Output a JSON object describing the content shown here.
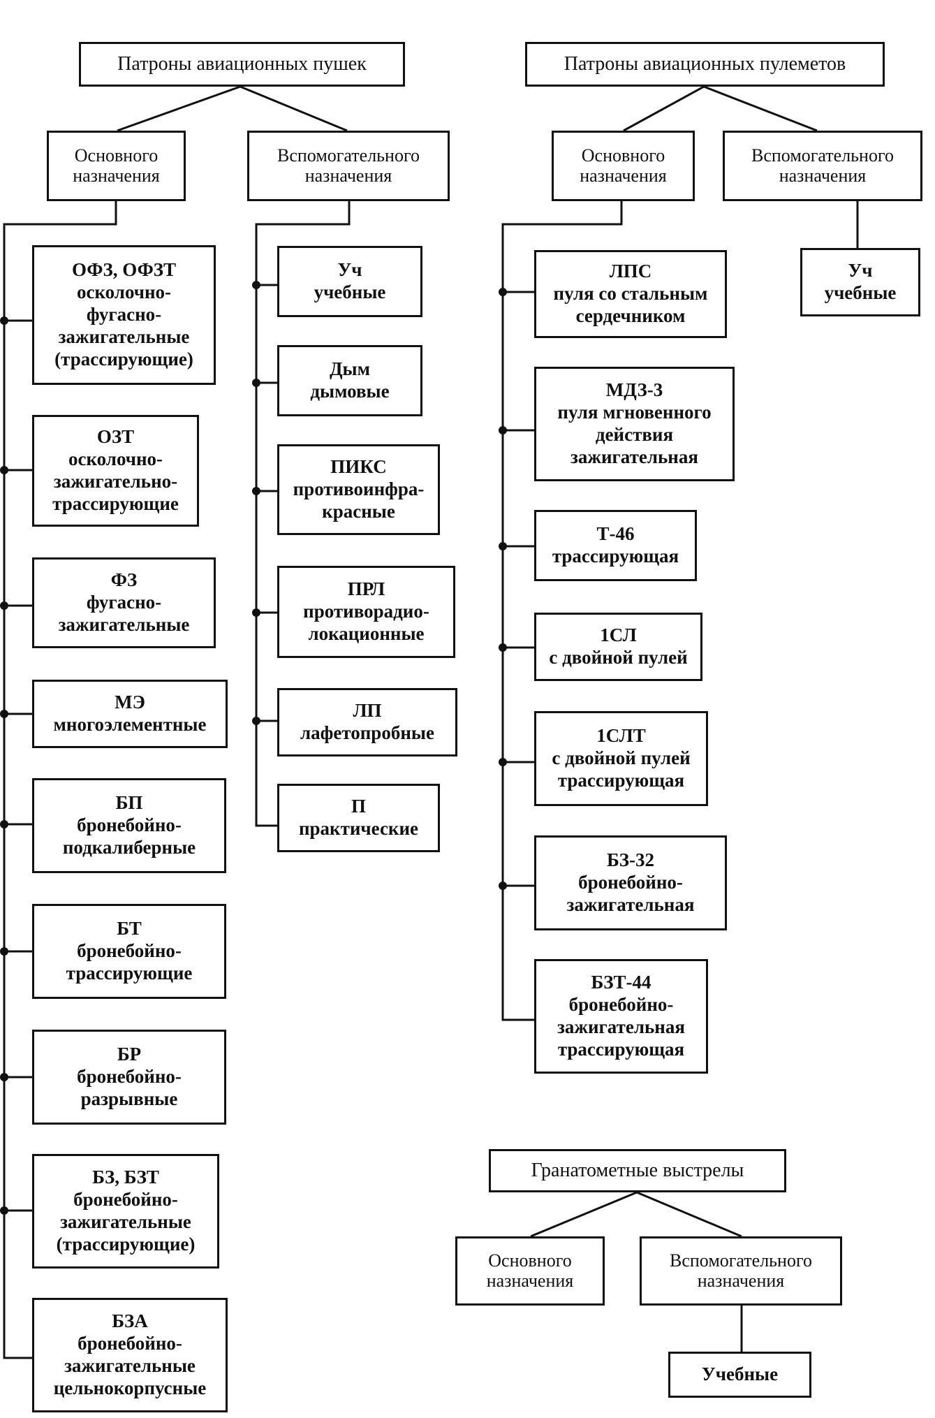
{
  "cannon": {
    "title": "Патроны авиационных пушек",
    "main": {
      "l1": "Основного",
      "l2": "назначения"
    },
    "aux": {
      "l1": "Вспомогательного",
      "l2": "назначения"
    },
    "main_items": [
      {
        "code": "ОФЗ, ОФЗТ",
        "desc": [
          "осколочно-",
          "фугасно-",
          "зажигательные",
          "(трассирующие)"
        ]
      },
      {
        "code": "ОЗТ",
        "desc": [
          "осколочно-",
          "зажигательно-",
          "трассирующие"
        ]
      },
      {
        "code": "ФЗ",
        "desc": [
          "фугасно-",
          "зажигательные"
        ]
      },
      {
        "code": "МЭ",
        "desc": [
          "многоэлементные"
        ]
      },
      {
        "code": "БП",
        "desc": [
          "бронебойно-",
          "подкалиберные"
        ]
      },
      {
        "code": "БТ",
        "desc": [
          "бронебойно-",
          "трассирующие"
        ]
      },
      {
        "code": "БР",
        "desc": [
          "бронебойно-",
          "разрывные"
        ]
      },
      {
        "code": "БЗ, БЗТ",
        "desc": [
          "бронебойно-",
          "зажигательные",
          "(трассирующие)"
        ]
      },
      {
        "code": "БЗА",
        "desc": [
          "бронебойно-",
          "зажигательные",
          "цельнокорпусные"
        ]
      }
    ],
    "aux_items": [
      {
        "code": "Уч",
        "desc": [
          "учебные"
        ]
      },
      {
        "code": "Дым",
        "desc": [
          "дымовые"
        ]
      },
      {
        "code": "ПИКС",
        "desc": [
          "противоинфра-",
          "красные"
        ]
      },
      {
        "code": "ПРЛ",
        "desc": [
          "противорадио-",
          "локационные"
        ]
      },
      {
        "code": "ЛП",
        "desc": [
          "лафетопробные"
        ]
      },
      {
        "code": "П",
        "desc": [
          "практические"
        ]
      }
    ]
  },
  "mg": {
    "title": "Патроны авиационных пулеметов",
    "main": {
      "l1": "Основного",
      "l2": "назначения"
    },
    "aux": {
      "l1": "Вспомогательного",
      "l2": "назначения"
    },
    "main_items": [
      {
        "code": "ЛПС",
        "desc": [
          "пуля со стальным",
          "сердечником"
        ]
      },
      {
        "code": "МДЗ-3",
        "desc": [
          "пуля мгновенного",
          "действия",
          "зажигательная"
        ]
      },
      {
        "code": "Т-46",
        "desc": [
          "трассирующая"
        ]
      },
      {
        "code": "1СЛ",
        "desc": [
          "с двойной пулей"
        ]
      },
      {
        "code": "1СЛТ",
        "desc": [
          "с двойной пулей",
          "трассирующая"
        ]
      },
      {
        "code": "БЗ-32",
        "desc": [
          "бронебойно-",
          "зажигательная"
        ]
      },
      {
        "code": "БЗТ-44",
        "desc": [
          "бронебойно-",
          "зажигательная",
          "трассирующая"
        ]
      }
    ],
    "aux_items": [
      {
        "code": "Уч",
        "desc": [
          "учебные"
        ]
      }
    ]
  },
  "grenade": {
    "title": "Гранатометные выстрелы",
    "main": {
      "l1": "Основного",
      "l2": "назначения"
    },
    "aux": {
      "l1": "Вспомогательного",
      "l2": "назначения"
    },
    "aux_items": [
      {
        "code": "Учебные"
      }
    ]
  }
}
